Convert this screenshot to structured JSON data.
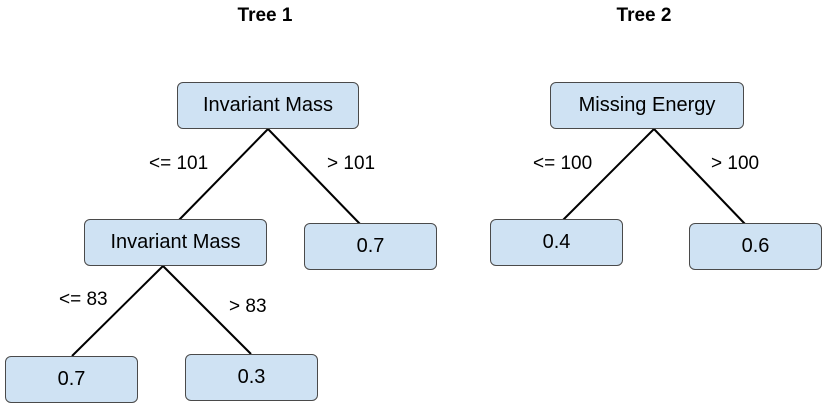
{
  "colors": {
    "node_fill": "#cfe2f3",
    "node_border": "#4a4a4a",
    "edge": "#000000",
    "text": "#000000"
  },
  "tree1": {
    "title": "Tree 1",
    "root": {
      "label": "Invariant Mass"
    },
    "root_left_condition": "<= 101",
    "root_right_condition": "> 101",
    "inner": {
      "label": "Invariant Mass"
    },
    "inner_left_condition": "<= 83",
    "inner_right_condition": "> 83",
    "leaf_right": {
      "label": "0.7"
    },
    "leaf_inner_left": {
      "label": "0.7"
    },
    "leaf_inner_right": {
      "label": "0.3"
    }
  },
  "tree2": {
    "title": "Tree 2",
    "root": {
      "label": "Missing Energy"
    },
    "root_left_condition": "<= 100",
    "root_right_condition": "> 100",
    "leaf_left": {
      "label": "0.4"
    },
    "leaf_right": {
      "label": "0.6"
    }
  }
}
